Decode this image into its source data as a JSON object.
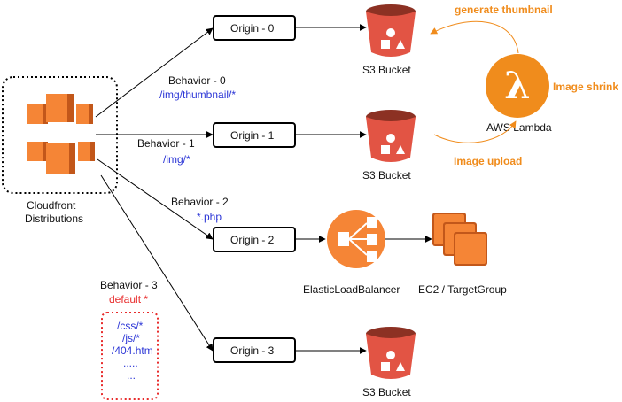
{
  "cloudfront": {
    "label_line1": "Cloudfront",
    "label_line2": "Distributions"
  },
  "behaviors": [
    {
      "name": "Behavior - 0",
      "pattern": "/img/thumbnail/*"
    },
    {
      "name": "Behavior - 1",
      "pattern": "/img/*"
    },
    {
      "name": "Behavior - 2",
      "pattern": "*.php"
    },
    {
      "name": "Behavior - 3",
      "pattern": "default *"
    }
  ],
  "default_paths": [
    "/css/*",
    "/js/*",
    "/404.htm",
    ".....",
    "..."
  ],
  "origins": [
    "Origin - 0",
    "Origin - 1",
    "Origin - 2",
    "Origin - 3"
  ],
  "s3_label": "S3 Bucket",
  "elb_label": "ElasticLoadBalancer",
  "ec2_label": "EC2 / TargetGroup",
  "lambda": {
    "label": "AWS Lambda",
    "generate": "generate thumbnail",
    "shrink": "Image shrink",
    "upload": "Image upload"
  },
  "colors": {
    "aws_orange": "#f58536",
    "aws_orange_dark": "#c2571a",
    "s3_red": "#e25444",
    "s3_red_dark": "#8c3123",
    "path_blue": "#2b35d6",
    "default_red": "#e82c2c",
    "lambda_orange": "#f08c1c"
  }
}
